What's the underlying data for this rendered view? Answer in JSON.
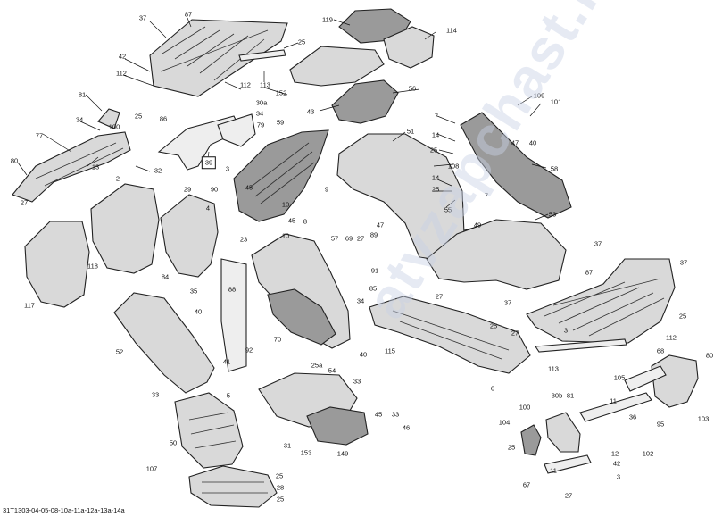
{
  "diagram": {
    "labels": [
      "37",
      "87",
      "119",
      "114",
      "25",
      "42",
      "112",
      "113",
      "152",
      "56",
      "112",
      "25",
      "86",
      "30a",
      "34",
      "79",
      "43",
      "81",
      "34",
      "100",
      "77",
      "80",
      "13",
      "32",
      "27",
      "39",
      "3",
      "59",
      "51",
      "7",
      "14",
      "25",
      "108",
      "109",
      "101",
      "47",
      "40",
      "58",
      "2",
      "29",
      "4",
      "90",
      "45",
      "10",
      "8",
      "9",
      "47",
      "89",
      "14",
      "25",
      "7",
      "55",
      "53",
      "49",
      "45",
      "10",
      "23",
      "117",
      "118",
      "84",
      "57",
      "69",
      "27",
      "91",
      "37",
      "87",
      "37",
      "35",
      "88",
      "85",
      "34",
      "27",
      "37",
      "25",
      "3",
      "112",
      "113",
      "40",
      "70",
      "52",
      "40",
      "92",
      "25",
      "27",
      "41",
      "115",
      "68",
      "80",
      "105",
      "6",
      "33",
      "25a",
      "54",
      "33",
      "5",
      "45",
      "33",
      "11",
      "36",
      "103",
      "100",
      "30b",
      "81",
      "95",
      "50",
      "46",
      "104",
      "25",
      "31",
      "153",
      "149",
      "102",
      "107",
      "25",
      "28",
      "25",
      "12",
      "67",
      "11",
      "42",
      "3",
      "27"
    ],
    "boxed_label": "39",
    "footer_code": "31T1303-04-05-08-10a-11a-12a-13a-14a",
    "watermark": "atvzapchast.ru"
  }
}
